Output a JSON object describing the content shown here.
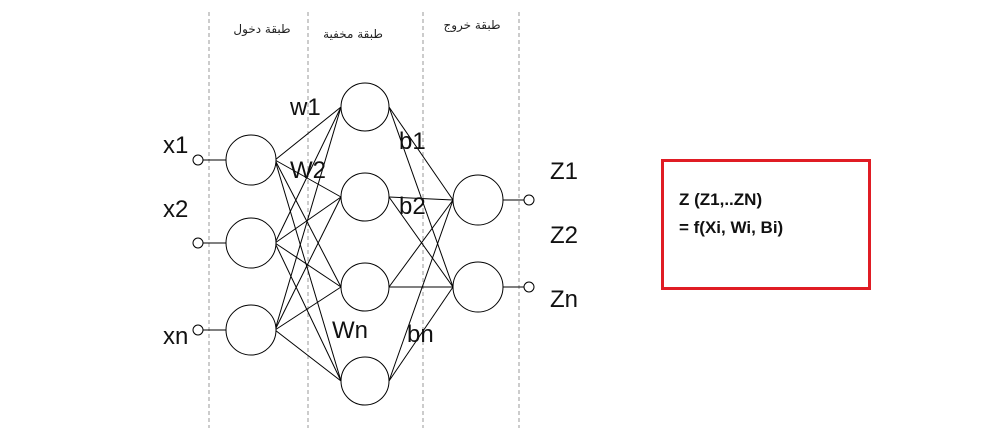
{
  "layers": {
    "input_title": "طبقة دخول",
    "hidden_title": "طبقة مخفية",
    "output_title": "طبقة خروج"
  },
  "inputs": [
    "x1",
    "x2",
    "xn"
  ],
  "weights": [
    "w1",
    "W2",
    "Wn"
  ],
  "biases": [
    "b1",
    "b2",
    "bn"
  ],
  "outputs": [
    "Z1",
    "Z2",
    "Zn"
  ],
  "formula": {
    "line1": "Z (Z1,..ZN)",
    "line2": "= f(Xi, Wi, Bi)"
  },
  "colors": {
    "box_border": "#e01c24",
    "line": "#000000",
    "divider": "#999999"
  }
}
